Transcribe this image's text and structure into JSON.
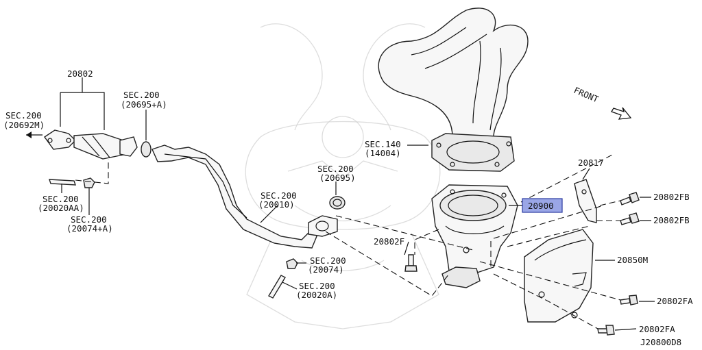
{
  "labels": {
    "p20802": "20802",
    "sec200_a": "SEC.200",
    "sec200_a_ref": "(20695+A)",
    "sec200_b": "SEC.200",
    "sec200_b_ref": "(20692M)",
    "sec200_c": "SEC.200",
    "sec200_c_ref": "(20020AA)",
    "sec200_d": "SEC.200",
    "sec200_d_ref": "(20074+A)",
    "sec200_e": "SEC.200",
    "sec200_e_ref": "(20695)",
    "sec200_f": "SEC.200",
    "sec200_f_ref": "(20010)",
    "sec200_g": "SEC.200",
    "sec200_g_ref": "(20074)",
    "sec200_h": "SEC.200",
    "sec200_h_ref": "(20020A)",
    "sec140": "SEC.140",
    "sec140_ref": "(14004)",
    "p20900": "20900",
    "p20817": "20817",
    "p20802fb_1": "20802FB",
    "p20802fb_2": "20802FB",
    "p20802f": "20802F",
    "p20850m": "20850M",
    "p20802fa_1": "20802FA",
    "p20802fa_2": "20802FA",
    "front": "FRONT",
    "diagram_code": "J20800D8"
  },
  "colors": {
    "highlight_fill": "#9aa6e6",
    "highlight_stroke": "#2a3aa0",
    "ink": "#111111"
  }
}
